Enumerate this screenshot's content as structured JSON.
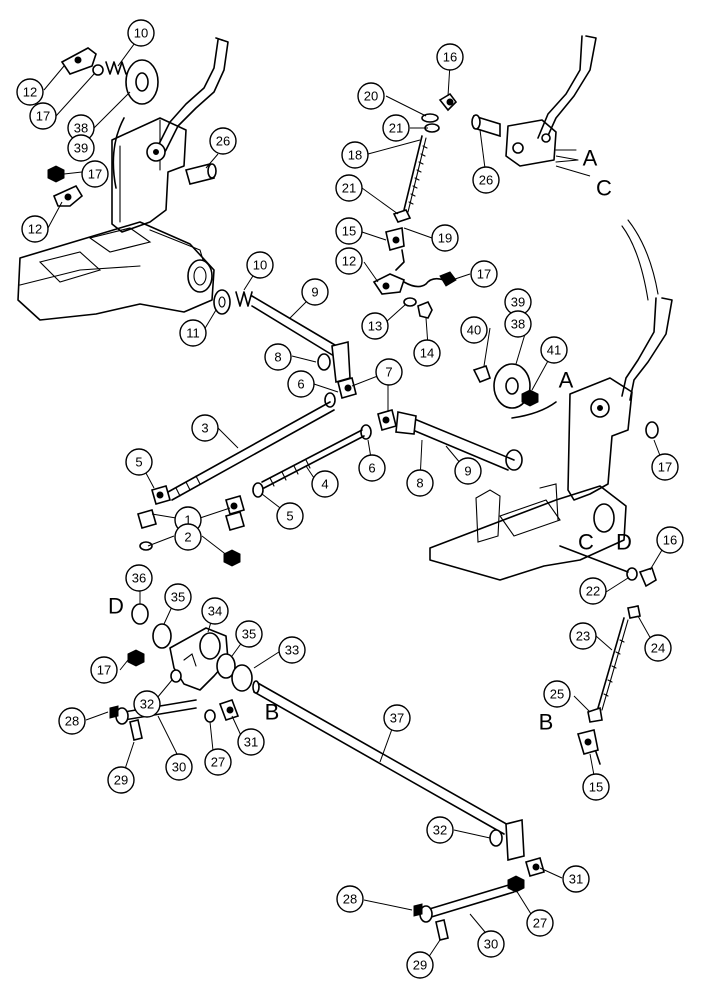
{
  "callouts": [
    {
      "id": "c-10a",
      "label": "10"
    },
    {
      "id": "c-12a",
      "label": "12"
    },
    {
      "id": "c-17a",
      "label": "17"
    },
    {
      "id": "c-38a",
      "label": "38"
    },
    {
      "id": "c-39a",
      "label": "39"
    },
    {
      "id": "c-17b",
      "label": "17"
    },
    {
      "id": "c-12b",
      "label": "12"
    },
    {
      "id": "c-26a",
      "label": "26"
    },
    {
      "id": "c-16a",
      "label": "16"
    },
    {
      "id": "c-20",
      "label": "20"
    },
    {
      "id": "c-21a",
      "label": "21"
    },
    {
      "id": "c-18",
      "label": "18"
    },
    {
      "id": "c-26b",
      "label": "26"
    },
    {
      "id": "c-21b",
      "label": "21"
    },
    {
      "id": "c-19",
      "label": "19"
    },
    {
      "id": "c-15a",
      "label": "15"
    },
    {
      "id": "c-12c",
      "label": "12"
    },
    {
      "id": "c-17c",
      "label": "17"
    },
    {
      "id": "c-13",
      "label": "13"
    },
    {
      "id": "c-14",
      "label": "14"
    },
    {
      "id": "c-10b",
      "label": "10"
    },
    {
      "id": "c-11",
      "label": "11"
    },
    {
      "id": "c-9a",
      "label": "9"
    },
    {
      "id": "c-8a",
      "label": "8"
    },
    {
      "id": "c-6a",
      "label": "6"
    },
    {
      "id": "c-7",
      "label": "7"
    },
    {
      "id": "c-39b",
      "label": "39"
    },
    {
      "id": "c-38b",
      "label": "38"
    },
    {
      "id": "c-40",
      "label": "40"
    },
    {
      "id": "c-41",
      "label": "41"
    },
    {
      "id": "c-3",
      "label": "3"
    },
    {
      "id": "c-5a",
      "label": "5"
    },
    {
      "id": "c-6b",
      "label": "6"
    },
    {
      "id": "c-8b",
      "label": "8"
    },
    {
      "id": "c-9b",
      "label": "9"
    },
    {
      "id": "c-4",
      "label": "4"
    },
    {
      "id": "c-17d",
      "label": "17"
    },
    {
      "id": "c-1",
      "label": "1"
    },
    {
      "id": "c-5b",
      "label": "5"
    },
    {
      "id": "c-2",
      "label": "2"
    },
    {
      "id": "c-16b",
      "label": "16"
    },
    {
      "id": "c-22",
      "label": "22"
    },
    {
      "id": "c-24",
      "label": "24"
    },
    {
      "id": "c-23",
      "label": "23"
    },
    {
      "id": "c-36",
      "label": "36"
    },
    {
      "id": "c-35a",
      "label": "35"
    },
    {
      "id": "c-34",
      "label": "34"
    },
    {
      "id": "c-35b",
      "label": "35"
    },
    {
      "id": "c-33",
      "label": "33"
    },
    {
      "id": "c-17e",
      "label": "17"
    },
    {
      "id": "c-32a",
      "label": "32"
    },
    {
      "id": "c-25",
      "label": "25"
    },
    {
      "id": "c-15b",
      "label": "15"
    },
    {
      "id": "c-28a",
      "label": "28"
    },
    {
      "id": "c-30a",
      "label": "30"
    },
    {
      "id": "c-27a",
      "label": "27"
    },
    {
      "id": "c-31a",
      "label": "31"
    },
    {
      "id": "c-29a",
      "label": "29"
    },
    {
      "id": "c-37",
      "label": "37"
    },
    {
      "id": "c-32b",
      "label": "32"
    },
    {
      "id": "c-31b",
      "label": "31"
    },
    {
      "id": "c-28b",
      "label": "28"
    },
    {
      "id": "c-27b",
      "label": "27"
    },
    {
      "id": "c-30b",
      "label": "30"
    },
    {
      "id": "c-29b",
      "label": "29"
    }
  ],
  "reference_letters": [
    {
      "id": "ref-a-top",
      "label": "A"
    },
    {
      "id": "ref-c-top",
      "label": "C"
    },
    {
      "id": "ref-a-mid",
      "label": "A"
    },
    {
      "id": "ref-c-mid",
      "label": "C"
    },
    {
      "id": "ref-d-mid",
      "label": "D"
    },
    {
      "id": "ref-d-left",
      "label": "D"
    },
    {
      "id": "ref-b-mid",
      "label": "B"
    },
    {
      "id": "ref-b-right",
      "label": "B"
    }
  ]
}
